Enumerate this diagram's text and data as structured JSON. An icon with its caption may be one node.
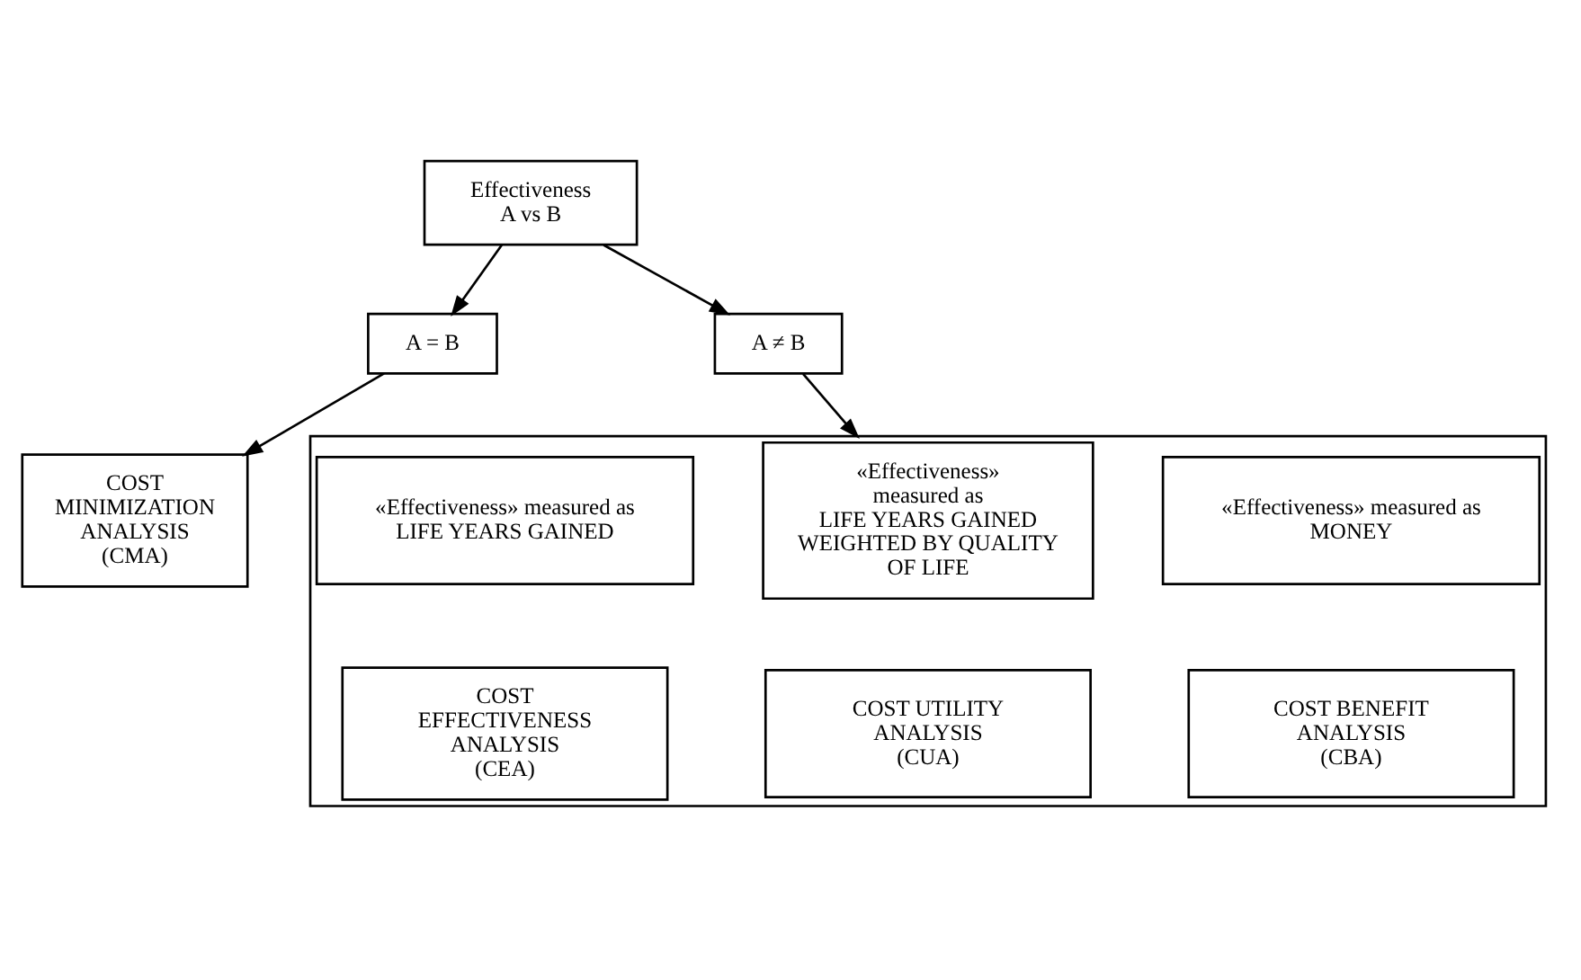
{
  "diagram": {
    "nodes": [
      {
        "text": [
          "Effectiveness",
          "A vs B"
        ]
      },
      {
        "text": [
          "A = B"
        ]
      },
      {
        "text": [
          "A ≠ B"
        ]
      },
      {
        "text": [
          "COST MINIMIZATION ANALYSIS",
          "(CMA)"
        ]
      },
      {
        "text": [],
        "shape": "box"
      },
      {
        "text": [
          "«Effectiveness» measured as",
          "LIFE YEARS GAINED"
        ],
        "in": 4
      },
      {
        "text": [
          "«Effectiveness» measured as",
          "LIFE YEARS GAINED WEIGHTED BY QUALITY OF LIFE"
        ],
        "in": 4
      },
      {
        "text": [
          "«Effectiveness» measured as",
          "MONEY"
        ],
        "in": 4
      },
      {
        "text": [
          "COST EFFECTIVENESS ANALYSIS",
          "(CEA)"
        ],
        "in": 4
      },
      {
        "text": [
          "COST UTILITY ANALYSIS",
          "(CUA)"
        ],
        "in": 4
      },
      {
        "text": [
          "COST BENEFIT ANALYSIS",
          "(CBA)"
        ],
        "in": 4
      }
    ],
    "edges": [
      {
        "from": 0,
        "to": 1,
        "arrow": "to"
      },
      {
        "from": 0,
        "to": 2,
        "arrow": "to"
      },
      {
        "from": 1,
        "to": 3,
        "arrow": "to"
      },
      {
        "from": 2,
        "to": 4,
        "arrow": "to"
      }
    ]
  }
}
